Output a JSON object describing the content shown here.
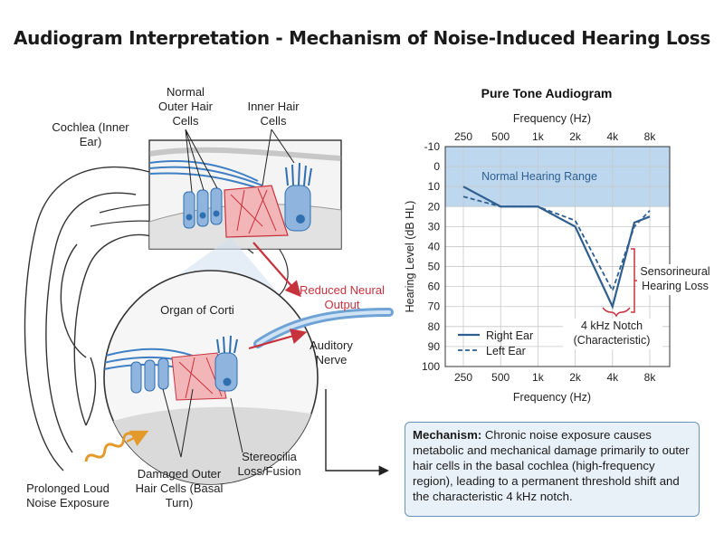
{
  "title": "Audiogram Interpretation - Mechanism of Noise-Induced Hearing Loss",
  "anatomy": {
    "cochlea": "Cochlea (Inner Ear)",
    "outer_hair_cells": "Normal Outer Hair Cells",
    "inner_hair_cells": "Inner Hair Cells",
    "organ_of_corti": "Organ of Corti",
    "reduced_output": "Reduced Neural Output",
    "auditory_nerve": "Auditory Nerve",
    "stereocilia": "Stereocilia Loss/Fusion",
    "damaged_cells": "Damaged Outer Hair Cells (Basal Turn)",
    "noise": "Prolonged Loud Noise Exposure"
  },
  "mechanism": {
    "heading": "Mechanism:",
    "text": "Chronic noise exposure causes metabolic and mechanical damage primarily to outer hair cells in the basal cochlea (high-frequency region), leading to a permanent threshold shift and the characteristic 4 kHz notch."
  },
  "colors": {
    "ear_blue": "#2f6fb0",
    "normal_band": "#bcd7ee",
    "damage_red": "#c8323c",
    "cell_blue": "#3f7fc4"
  },
  "chart_data": {
    "type": "line",
    "title": "Pure Tone Audiogram",
    "xlabel": "Frequency (Hz)",
    "ylabel": "Hearing Level (dB HL)",
    "categories": [
      "250",
      "500",
      "1k",
      "2k",
      "4k",
      "8k"
    ],
    "yticks": [
      -10,
      0,
      10,
      20,
      30,
      40,
      50,
      60,
      70,
      80,
      90,
      100
    ],
    "ylim": [
      -10,
      100
    ],
    "y_inverted": true,
    "x_scale": "log",
    "normal_range": {
      "label": "Normal Hearing Range",
      "from": -10,
      "to": 20
    },
    "series": [
      {
        "name": "Right Ear",
        "style": "solid",
        "x": [
          250,
          500,
          1000,
          2000,
          4000,
          6000,
          8000
        ],
        "values": [
          10,
          20,
          20,
          30,
          70,
          28,
          25
        ]
      },
      {
        "name": "Left Ear",
        "style": "dashed",
        "x": [
          250,
          500,
          1000,
          2000,
          4000,
          6000,
          8000
        ],
        "values": [
          15,
          20,
          20,
          27,
          62,
          30,
          22
        ]
      }
    ],
    "annotations": {
      "sensorineural": "Sensorineural Hearing Loss",
      "notch": "4 kHz Notch (Characteristic)"
    },
    "legend": "bottom-left"
  }
}
